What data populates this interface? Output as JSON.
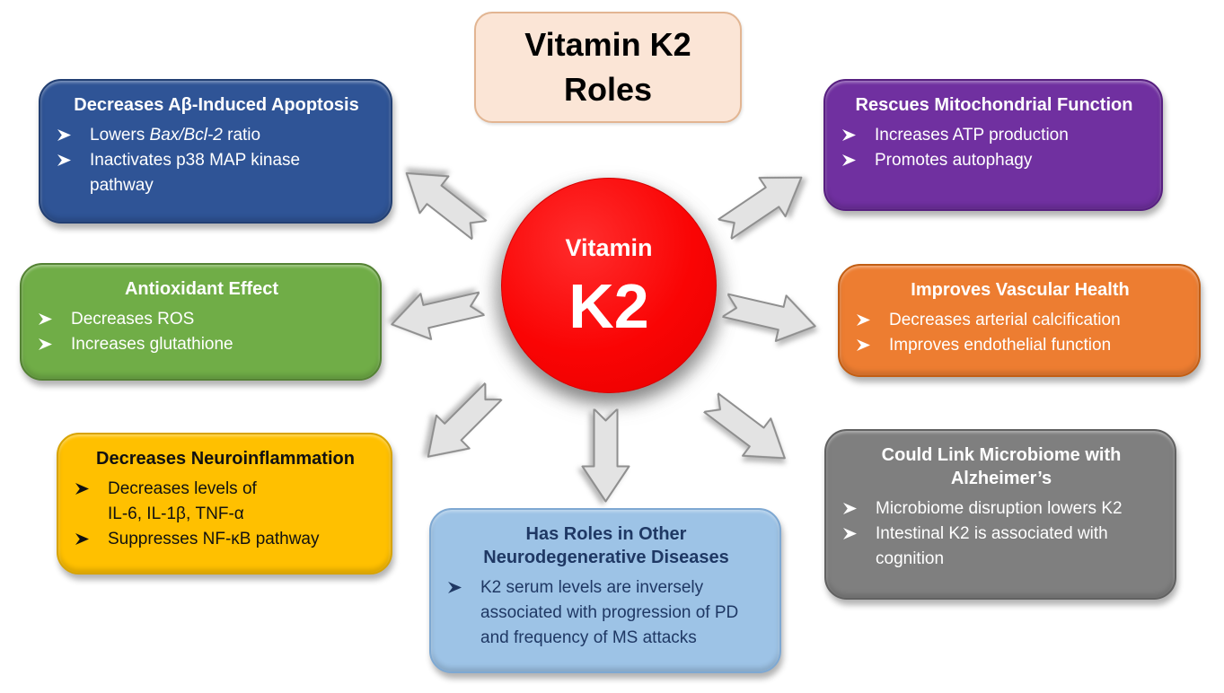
{
  "title_box": {
    "line1": "Vitamin K2",
    "line2": "Roles",
    "bg_color": "#fbe5d6",
    "border_color": "#e2b592"
  },
  "center": {
    "line1": "Vitamin",
    "line2": "K2",
    "bg_color": "#fa0404",
    "text_color": "#ffffff"
  },
  "boxes": {
    "apoptosis": {
      "title": "Decreases Aβ-Induced Apoptosis",
      "bullet1": {
        "prefix": "Lowers ",
        "italic": "Bax/Bcl-2",
        "suffix": " ratio"
      },
      "bullet2_line1": "Inactivates p38 MAP kinase",
      "bullet2_line2": "pathway",
      "bg_color": "#2f5496",
      "text_color": "#ffffff"
    },
    "antioxidant": {
      "title": "Antioxidant Effect",
      "bullet1": "Decreases ROS",
      "bullet2": "Increases glutathione",
      "bg_color": "#70ad47",
      "text_color": "#ffffff"
    },
    "neuroinflammation": {
      "title": "Decreases Neuroinflammation",
      "bullet1_line1": "Decreases levels of",
      "bullet1_line2": "IL-6, IL-1β, TNF-α",
      "bullet2": "Suppresses NF-κB pathway",
      "bg_color": "#ffc000",
      "text_color": "#111111"
    },
    "mitochondrial": {
      "title": "Rescues Mitochondrial Function",
      "bullet1": "Increases ATP production",
      "bullet2": "Promotes autophagy",
      "bg_color": "#7030a0",
      "text_color": "#ffffff"
    },
    "vascular": {
      "title": "Improves Vascular Health",
      "bullet1": "Decreases arterial calcification",
      "bullet2": "Improves endothelial function",
      "bg_color": "#ed7d31",
      "text_color": "#ffffff"
    },
    "microbiome": {
      "title_line1": "Could Link Microbiome with",
      "title_line2": "Alzheimer’s",
      "bullet1": "Microbiome disruption lowers K2",
      "bullet2_line1": "Intestinal K2 is associated with",
      "bullet2_line2": "cognition",
      "bg_color": "#7f7f7f",
      "text_color": "#ffffff"
    },
    "neurodegenerative": {
      "title_line1": "Has Roles in Other",
      "title_line2": "Neurodegenerative Diseases",
      "bullet1_line1": "K2 serum levels are inversely",
      "bullet1_line2": "associated with progression of PD",
      "bullet1_line3": "and frequency of MS attacks",
      "bg_color": "#9dc3e6",
      "text_color": "#1f3864"
    }
  },
  "icons": {
    "bullet_marker": "right-arrowhead",
    "block_arrow": {
      "shape": "notched-tail-block-arrow",
      "fill": "#e3e3e3",
      "stroke": "#8f8f8f"
    }
  },
  "arrow_directions": [
    "upper-left",
    "left",
    "lower-left",
    "down",
    "lower-right",
    "right",
    "upper-right"
  ]
}
